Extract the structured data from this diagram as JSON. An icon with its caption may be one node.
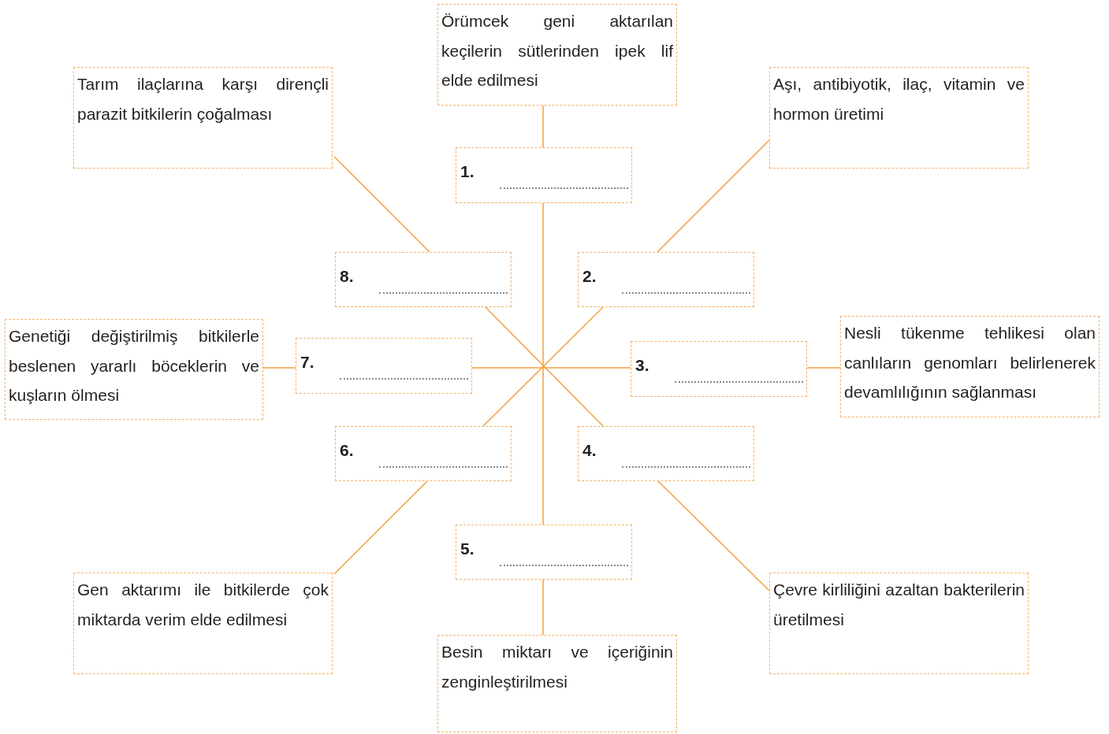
{
  "diagram": {
    "nodes": [
      {
        "text": [
          "Örümcek geni aktarılan keçilerin sütlerinden ipek lif elde edilmesi"
        ]
      },
      {
        "text": [
          "Tarım ilaçlarına karşı dirençli parazit bitkilerin çoğalması"
        ]
      },
      {
        "text": [
          "Aşı, antibiyotik, ilaç, vitamin ve hormon üretimi"
        ]
      },
      {
        "text": [
          "1."
        ]
      },
      {
        "text": [
          "8."
        ]
      },
      {
        "text": [
          "2."
        ]
      },
      {
        "text": [
          "Genetiği değiştirilmiş bitkilerle beslenen yararlı böceklerin ve kuşların ölmesi"
        ]
      },
      {
        "text": [
          "7."
        ]
      },
      {
        "text": [
          "3."
        ]
      },
      {
        "text": [
          "Nesli tükenme tehlikesi olan canlıların genomları belirlenerek devamlılığının sağlanması"
        ]
      },
      {
        "text": [
          "6."
        ]
      },
      {
        "text": [
          "4."
        ]
      },
      {
        "text": [
          "5."
        ]
      },
      {
        "text": [
          "Gen aktarımı ile bitkilerde çok miktarda verim elde edilmesi"
        ]
      },
      {
        "text": [
          "Çevre kirliliğini azaltan bakterilerin üretilmesi"
        ]
      },
      {
        "text": [
          "Besin miktarı ve içeriğinin zenginleştirilmesi"
        ]
      }
    ],
    "edges": [
      {
        "from": 0,
        "to": 3,
        "arrow": "none"
      },
      {
        "from": 1,
        "to": 4,
        "arrow": "none"
      },
      {
        "from": 2,
        "to": 5,
        "arrow": "none"
      },
      {
        "from": 6,
        "to": 7,
        "arrow": "none"
      },
      {
        "from": 9,
        "to": 8,
        "arrow": "none"
      },
      {
        "from": 13,
        "to": 10,
        "arrow": "none"
      },
      {
        "from": 14,
        "to": 11,
        "arrow": "none"
      },
      {
        "from": 15,
        "to": 12,
        "arrow": "none"
      },
      {
        "from": 3,
        "to": 12,
        "arrow": "none"
      },
      {
        "from": 7,
        "to": 8,
        "arrow": "none"
      },
      {
        "from": 4,
        "to": 11,
        "arrow": "none"
      },
      {
        "from": 5,
        "to": 10,
        "arrow": "none"
      }
    ]
  }
}
